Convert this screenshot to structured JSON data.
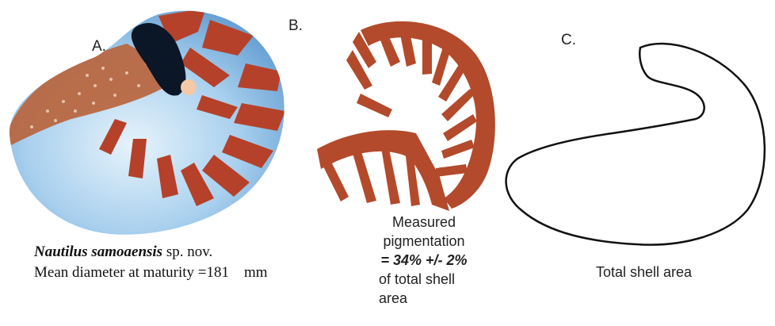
{
  "labels": {
    "a": "A.",
    "b": "B.",
    "c": "C."
  },
  "caption_a": {
    "species": "Nautilus samoaensis",
    "rest": " sp. nov.",
    "line2": "Mean diameter at maturity =181    mm"
  },
  "caption_b": {
    "line1": "Measured",
    "line2": "pigmentation",
    "value": "= 34% +/- 2%",
    "line4": "of total shell",
    "line5": "area"
  },
  "caption_c": {
    "text": "Total shell area"
  },
  "colors": {
    "pigment": "#b34a2c",
    "shell_light": "#c8e2f4",
    "shell_blue": "#6aa6d8",
    "outline": "#111111"
  },
  "icons": {
    "panel_a": "nautilus-shell-photo-icon",
    "panel_b": "pigment-mask-icon",
    "panel_c": "shell-outline-icon"
  }
}
